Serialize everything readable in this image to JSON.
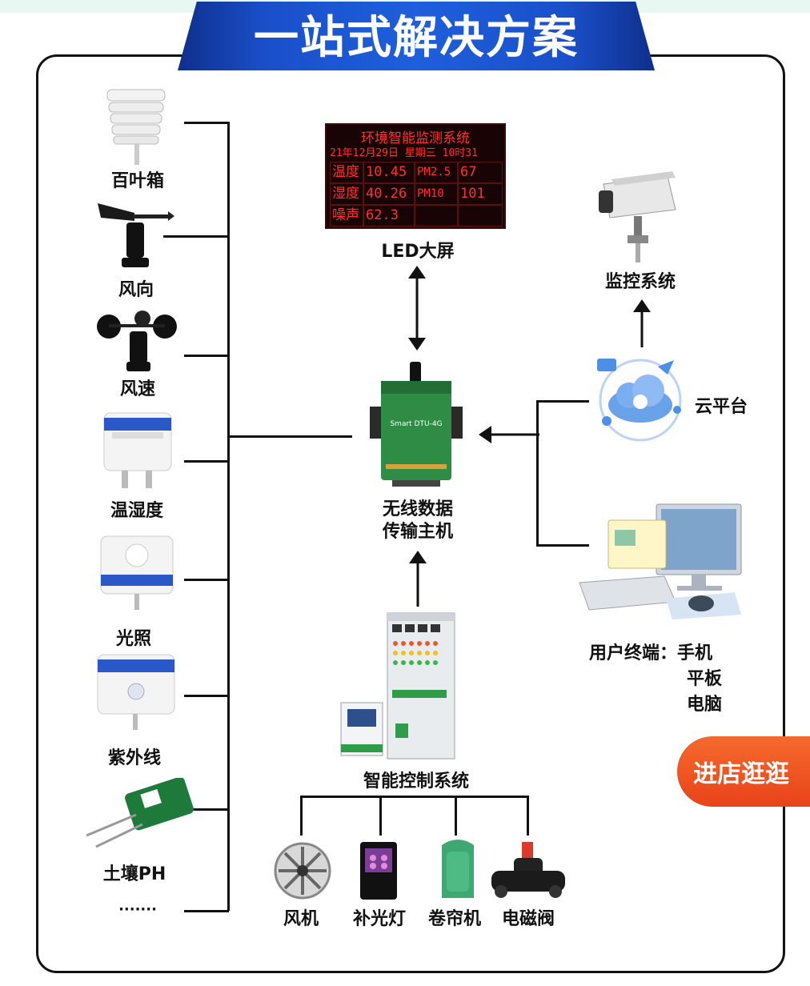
{
  "title": "一站式解决方案",
  "sensors": [
    "百叶箱",
    "风向",
    "风速",
    "温湿度",
    "光照",
    "紫外线",
    "土壤PH",
    "·······"
  ],
  "center": {
    "line1": "无线数据",
    "line2": "传输主机"
  },
  "led": {
    "label": "LED大屏",
    "title": "环境智能监测系统",
    "date": "21年12月29日 星期三 10时31",
    "rows": [
      [
        "温度",
        "10.45",
        "PM2.5",
        "67"
      ],
      [
        "湿度",
        "40.26",
        "PM10",
        "101"
      ],
      [
        "噪声",
        "62.3",
        "",
        ""
      ]
    ]
  },
  "monitor": "监控系统",
  "cloud": "云平台",
  "user_terminal": {
    "line1": "用户终端：手机",
    "line2": "平板",
    "line3": "电脑"
  },
  "control": "智能控制系统",
  "actuators": [
    "风机",
    "补光灯",
    "卷帘机",
    "电磁阀"
  ],
  "shop_button": "进店逛逛",
  "dtu_text": "Smart DTU-4G"
}
